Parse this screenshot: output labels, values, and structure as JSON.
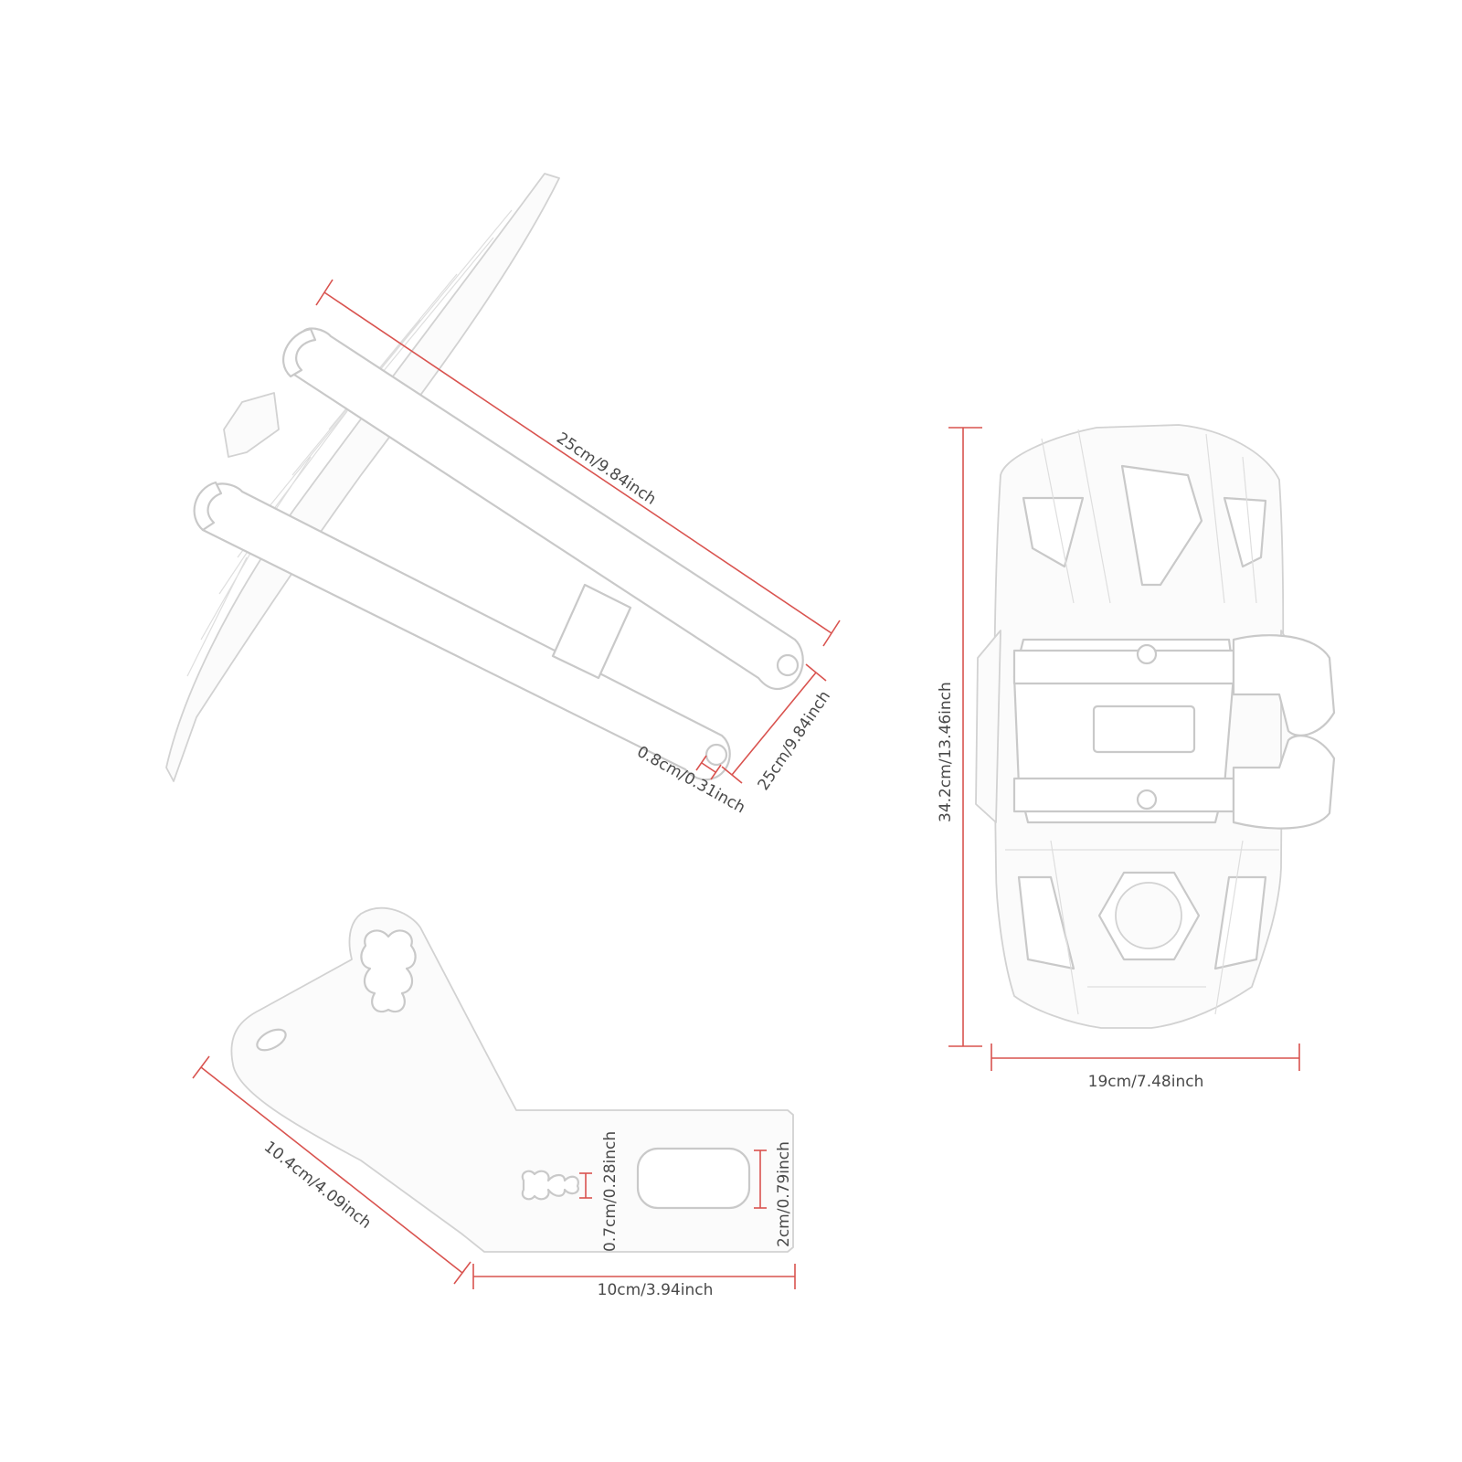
{
  "colors": {
    "dimension_line": "#d9534f",
    "outline": "#c9c9c9",
    "text": "#4a4a4a",
    "background": "#ffffff"
  },
  "dimensions": {
    "bracket_length": "25cm/9.84inch",
    "bracket_width": "25cm/9.84inch",
    "hole_diameter": "0.8cm/0.31inch",
    "fender_height": "34.2cm/13.46inch",
    "fender_width": "19cm/7.48inch",
    "plate_diagonal": "10.4cm/4.09inch",
    "plate_width": "10cm/3.94inch",
    "slot_small": "0.7cm/0.28inch",
    "slot_large": "2cm/0.79inch"
  }
}
